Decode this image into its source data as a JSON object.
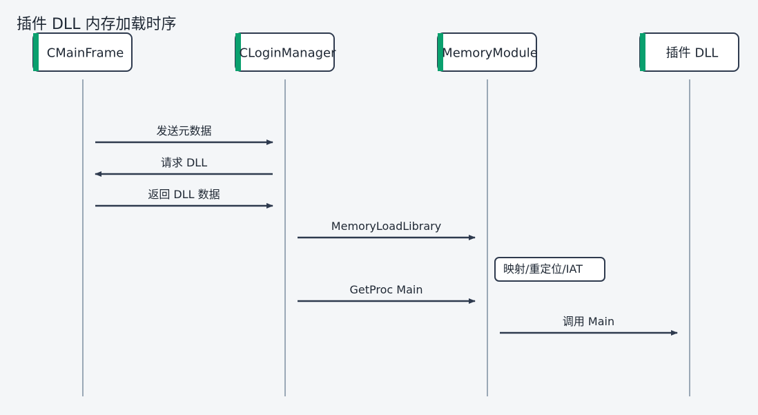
{
  "title": "插件 DLL 内存加载时序",
  "colors": {
    "background": "#f4f6f8",
    "accent": "#0aa06e",
    "line": "#2e3a4e",
    "lifeline": "#9aa8b6",
    "box_fill": "#ffffff",
    "text": "#1e2733"
  },
  "participants": [
    {
      "name": "CMainFrame"
    },
    {
      "name": "CLoginManager"
    },
    {
      "name": "MemoryModule"
    },
    {
      "name": "插件 DLL"
    }
  ],
  "messages": [
    {
      "from": 0,
      "to": 1,
      "label": "发送元数据"
    },
    {
      "from": 1,
      "to": 0,
      "label": "请求 DLL"
    },
    {
      "from": 0,
      "to": 1,
      "label": "返回 DLL 数据"
    },
    {
      "from": 1,
      "to": 2,
      "label": "MemoryLoadLibrary"
    },
    {
      "note_on": 2,
      "label": "映射/重定位/IAT"
    },
    {
      "from": 1,
      "to": 2,
      "label": "GetProc Main"
    },
    {
      "from": 2,
      "to": 3,
      "label": "调用 Main"
    }
  ]
}
